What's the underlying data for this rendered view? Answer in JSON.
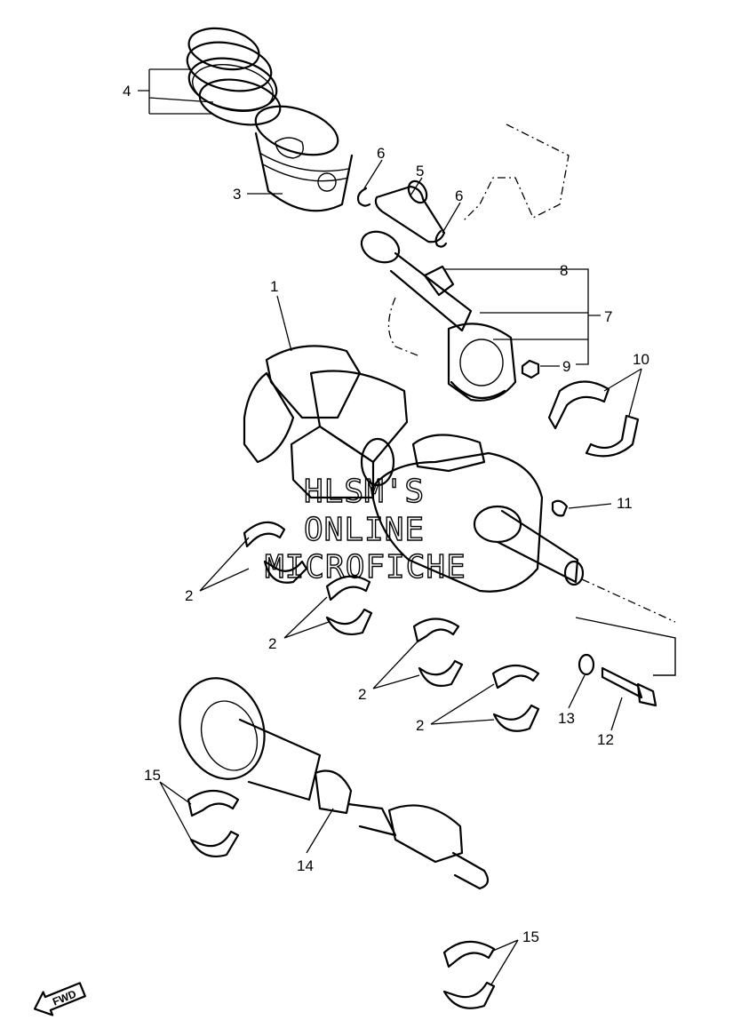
{
  "callouts": [
    {
      "id": "crankshaft",
      "label": "1"
    },
    {
      "id": "main-bearing-a",
      "label": "2"
    },
    {
      "id": "main-bearing-b",
      "label": "2"
    },
    {
      "id": "main-bearing-c",
      "label": "2"
    },
    {
      "id": "main-bearing-d",
      "label": "2"
    },
    {
      "id": "piston",
      "label": "3"
    },
    {
      "id": "piston-ring-set",
      "label": "4"
    },
    {
      "id": "piston-pin",
      "label": "5"
    },
    {
      "id": "circlip-left",
      "label": "6"
    },
    {
      "id": "circlip-right",
      "label": "6"
    },
    {
      "id": "connecting-rod-assy",
      "label": "7"
    },
    {
      "id": "rod-bolt",
      "label": "8"
    },
    {
      "id": "rod-nut",
      "label": "9"
    },
    {
      "id": "big-end-bearing",
      "label": "10"
    },
    {
      "id": "woodruff-key",
      "label": "11"
    },
    {
      "id": "crank-bolt",
      "label": "12"
    },
    {
      "id": "washer",
      "label": "13"
    },
    {
      "id": "balancer-shaft",
      "label": "14"
    },
    {
      "id": "balancer-bearing-left",
      "label": "15"
    },
    {
      "id": "balancer-bearing-bottom",
      "label": "15"
    }
  ],
  "watermark": {
    "line1": "HLSM'S",
    "line2": "ONLINE",
    "line3": "MICROFICHE"
  },
  "fwd_label": "FWD"
}
